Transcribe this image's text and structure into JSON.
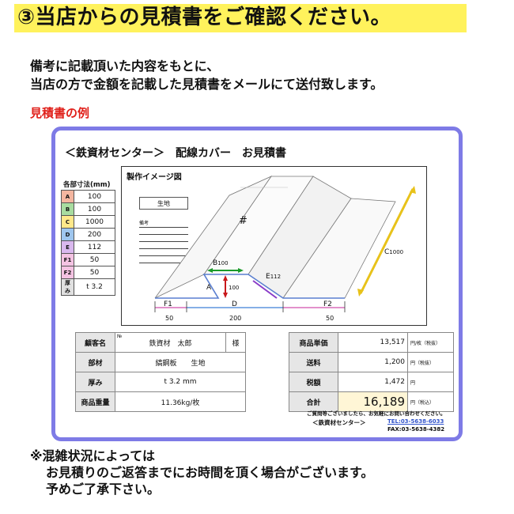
{
  "header": {
    "title": "③当店からの見積書をご確認ください。",
    "banner_color": "#fff25c"
  },
  "intro": {
    "line1": "備考に記載頂いた内容をもとに、",
    "line2": "当店の方で金額を記載した見積書をメールにて送付致します。"
  },
  "example_label": "見積書の例",
  "estimate": {
    "title": "＜鉄資材センター＞　配線カバー　お見積書",
    "frame_color": "#7e7be6",
    "dimensions": {
      "heading": "各部寸法(mm)",
      "rows": [
        {
          "key": "A",
          "value": "100",
          "color": "#f4b6a0"
        },
        {
          "key": "B",
          "value": "100",
          "color": "#a8dca0"
        },
        {
          "key": "C",
          "value": "1000",
          "color": "#ffe88a"
        },
        {
          "key": "D",
          "value": "200",
          "color": "#9fc6ee"
        },
        {
          "key": "E",
          "value": "112",
          "color": "#d9b8ee"
        },
        {
          "key": "F1",
          "value": "50",
          "color": "#f4c3e2"
        },
        {
          "key": "F2",
          "value": "50",
          "color": "#f4c3e2"
        },
        {
          "key": "厚み",
          "value": "t 3.2",
          "color": "#e0e0e0"
        }
      ]
    },
    "drawing": {
      "title": "製作イメージ図",
      "material": "生地",
      "notes_label": "備考",
      "hash_mark": "#",
      "labels": {
        "b": "B",
        "b_value": "100",
        "a": "A",
        "a_value": "100",
        "e": "E",
        "e_value": "112",
        "c": "C",
        "c_value": "1000",
        "f1": "F1",
        "f1_value": "50",
        "d": "D",
        "d_value": "200",
        "f2": "F2",
        "f2_value": "50"
      }
    },
    "customer": {
      "name_label": "顧客名",
      "no_mark": "№",
      "name": "鉄資材　太郎",
      "honorific": "様",
      "part_label": "部材",
      "part_value": "縞鋼板　　生地",
      "thickness_label": "厚み",
      "thickness_value": "t 3.2 mm",
      "weight_label": "商品重量",
      "weight_value": "11.36kg/枚"
    },
    "pricing": {
      "unit_price_label": "商品単価",
      "unit_price": "13,517",
      "unit_price_unit": "円/枚（税抜）",
      "shipping_label": "送料",
      "shipping": "1,200",
      "shipping_unit": "円（税抜）",
      "tax_label": "税額",
      "tax": "1,472",
      "tax_unit": "円",
      "total_label": "合計",
      "total": "16,189",
      "total_unit": "円（税込）"
    },
    "footer": {
      "note": "ご質問等ございましたら、お気軽にお問い合わせください。",
      "company": "＜鉄資材センター＞",
      "tel": "TEL:03-5638-6033",
      "fax": "FAX:03-5638-4382"
    }
  },
  "remark": {
    "line1": "※混雑状況によっては",
    "line2": "お見積りのご返答までにお時間を頂く場合がございます。",
    "line3": "予めご了承下さい。"
  }
}
